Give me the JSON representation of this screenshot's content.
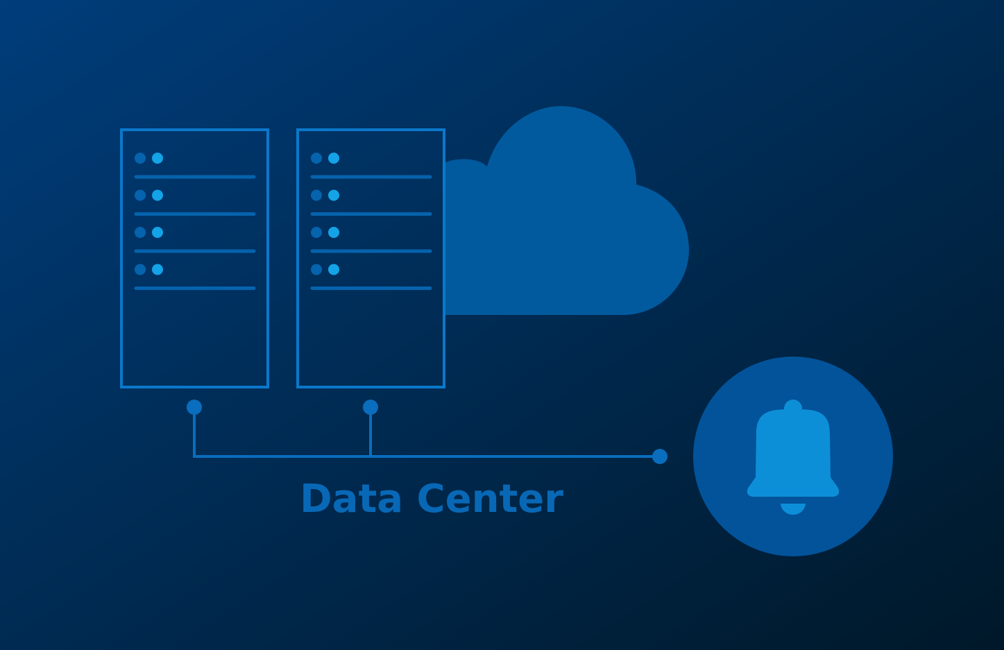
{
  "label": "Data Center",
  "colors": {
    "background_start": "#003d7b",
    "background_end": "#001829",
    "cloud": "#025a9e",
    "rack_outline": "#0a78ca",
    "led_dim": "#0663ad",
    "led_bright": "#14a3e7",
    "connector": "#0a6dbd",
    "bell_circle": "#02539a",
    "bell": "#0d8fd8",
    "label": "#0868b6"
  },
  "racks": [
    {
      "slots": 4
    },
    {
      "slots": 4
    }
  ],
  "icons": [
    "cloud-icon",
    "server-rack-icon",
    "bell-icon"
  ]
}
